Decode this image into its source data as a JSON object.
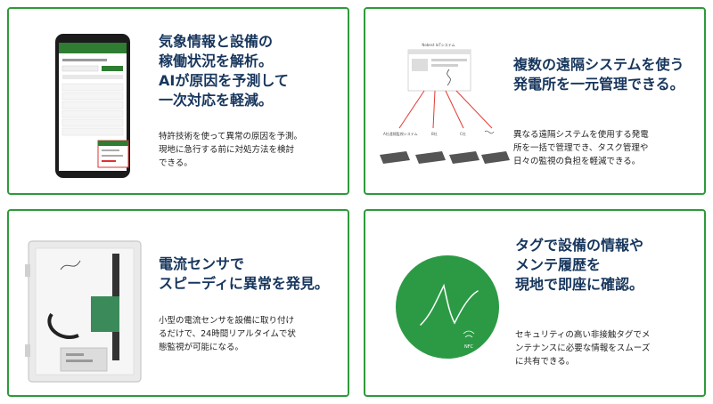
{
  "cards": [
    {
      "title_lines": [
        "気象情報と設備の",
        "稼働状況を解析。",
        "AIが原因を予測して",
        "一次対応を軽減。"
      ],
      "desc_lines": [
        "特許技術を使って異常の原因を予測。",
        "現地に急行する前に対処方法を検討",
        "できる。"
      ]
    },
    {
      "title_lines": [
        "複数の遠隔システムを使う",
        "発電所を一元管理できる。"
      ],
      "desc_lines": [
        "異なる遠隔システムを使用する発電",
        "所を一括で管理でき、タスク管理や",
        "日々の監視の負担を軽減できる。"
      ],
      "diagram": {
        "system_label": "Nobest IoTシステム",
        "sources": [
          "A社遠隔監視システム",
          "B社",
          "C社"
        ]
      }
    },
    {
      "title_lines": [
        "電流センサで",
        "スピーディに異常を発見。"
      ],
      "desc_lines": [
        "小型の電流センサを設備に取り付け",
        "るだけで、24時間リアルタイムで状",
        "態監視が可能になる。"
      ]
    },
    {
      "title_lines": [
        "タグで設備の情報や",
        "メンテ履歴を",
        "現地で即座に確認。"
      ],
      "desc_lines": [
        "セキュリティの高い非接触タグでメ",
        "ンテナンスに必要な情報をスムーズ",
        "に共有できる。"
      ],
      "tag_label": "NFC"
    }
  ],
  "colors": {
    "border": "#2e9a3a",
    "title": "#17365d",
    "tag": "#2c9a45"
  },
  "icons": [
    "smartphone-app",
    "network-diagram",
    "sensor-box",
    "nfc-tag"
  ]
}
